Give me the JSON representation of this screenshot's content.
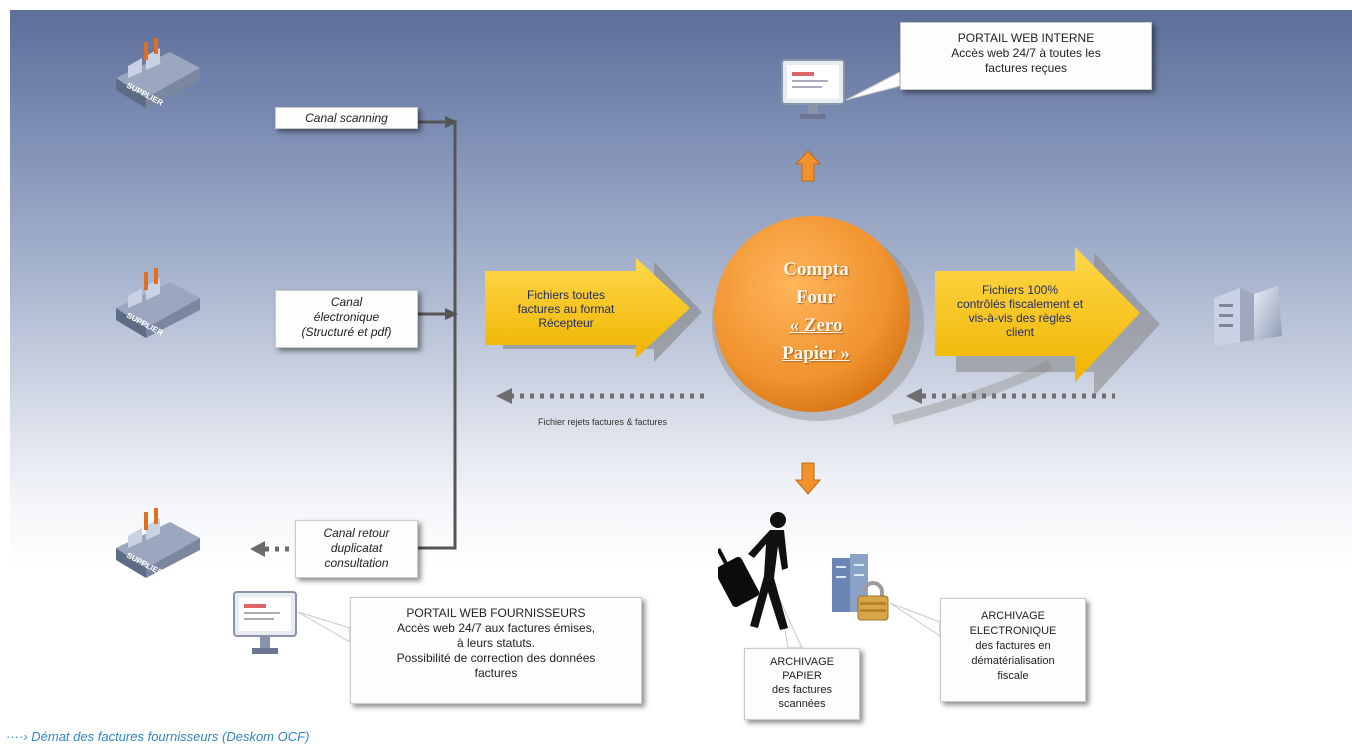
{
  "channels": {
    "scanning": "Canal scanning",
    "electronic_1": "Canal",
    "electronic_2": "électronique",
    "electronic_3": "(Structuré et pdf)",
    "return_1": "Canal retour",
    "return_2": "duplicatat",
    "return_3": "consultation"
  },
  "supplier_label": "SUPPLIER",
  "portal_internal": {
    "title": "PORTAIL WEB INTERNE",
    "line1": "Accès web 24/7 à toutes les",
    "line2": "factures reçues"
  },
  "portal_suppliers": {
    "title": "PORTAIL WEB FOURNISSEURS",
    "line1": "Accès web 24/7 aux factures émises,",
    "line2": "à leurs statuts.",
    "line3": "Possibilité de correction des données",
    "line4": "factures"
  },
  "arrow_in": {
    "line1": "Fichiers toutes",
    "line2": "factures au format",
    "line3": "Récepteur"
  },
  "arrow_out": {
    "line1": "Fichiers 100%",
    "line2": "contrôlés fiscalement et",
    "line3": "vis-à-vis des règles",
    "line4": "client"
  },
  "return_flow_label": "Fichier rejets factures & factures",
  "center": {
    "line1": "Compta",
    "line2": "Four",
    "line3": "« Zero",
    "line4": "Papier »"
  },
  "archive_paper": {
    "line1": "ARCHIVAGE",
    "line2": "PAPIER",
    "line3": "des factures",
    "line4": "scannées"
  },
  "archive_electronic": {
    "line1": "ARCHIVAGE",
    "line2": "ELECTRONIQUE",
    "line3": "des factures en",
    "line4": "dématérialisation",
    "line5": "fiscale"
  },
  "caption": "····› Démat des factures fournisseurs (Deskom OCF)",
  "colors": {
    "orange": "#f0922e",
    "yellow_arrow": "#f6c200",
    "connector": "#555555",
    "caption_blue": "#2f86c8"
  },
  "icons": [
    "factory-icon",
    "monitor-icon",
    "server-icon",
    "person-luggage-icon",
    "archive-server-lock-icon"
  ]
}
